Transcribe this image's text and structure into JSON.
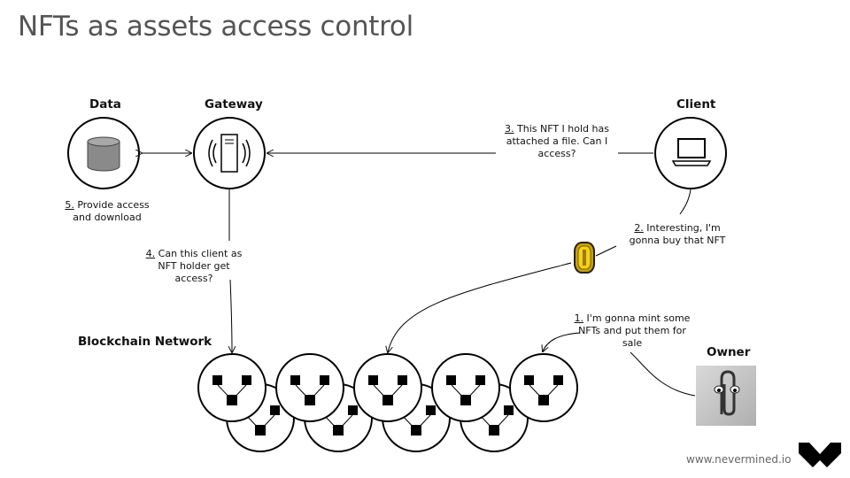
{
  "title": "NFTs as assets access control",
  "nodes": {
    "data": "Data",
    "gateway": "Gateway",
    "client": "Client",
    "blockchain": "Blockchain Network",
    "owner": "Owner"
  },
  "steps": {
    "step1": {
      "num": "1.",
      "text": " I'm gonna mint some NFTs and put them for sale"
    },
    "step2": {
      "num": "2.",
      "text": " Interesting, I'm gonna buy that NFT"
    },
    "step3": {
      "num": "3.",
      "text": " This NFT I hold has attached a file. Can I access?"
    },
    "step4": {
      "num": "4.",
      "text": " Can this client as NFT holder get access?"
    },
    "step5": {
      "num": "5.",
      "text": " Provide access and download"
    }
  },
  "footer": {
    "url": "www.nevermined.io"
  }
}
